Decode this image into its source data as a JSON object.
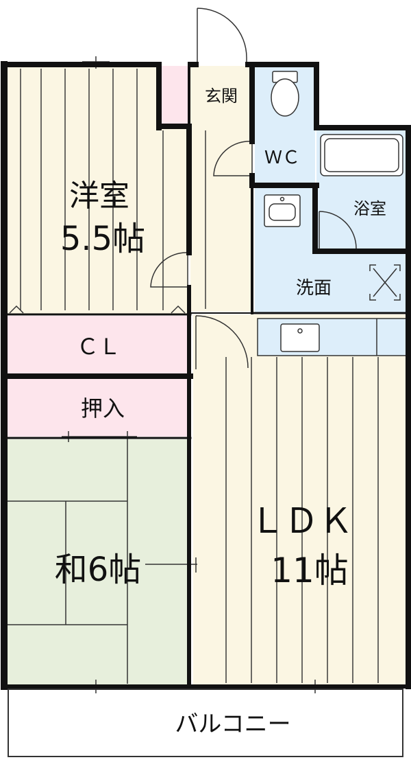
{
  "colors": {
    "wall": "#111111",
    "wood_floor": "#fbf6e3",
    "tatami": "#e7efdc",
    "wet_area": "#ddeefa",
    "storage": "#fde5ec",
    "balcony": "#ffffff",
    "line": "#333333"
  },
  "rooms": {
    "western_room": {
      "name": "洋室",
      "size": "5.5帖"
    },
    "entrance": {
      "name": "玄関"
    },
    "toilet": {
      "name": "ＷＣ"
    },
    "bathroom": {
      "name": "浴室"
    },
    "washroom": {
      "name": "洗面"
    },
    "closet": {
      "name": "ＣＬ"
    },
    "oshiire": {
      "name": "押入"
    },
    "japanese_room": {
      "name": "和6帖"
    },
    "ldk": {
      "name": "ＬＤＫ",
      "size": "11帖"
    },
    "balcony": {
      "name": "バルコニー"
    }
  }
}
